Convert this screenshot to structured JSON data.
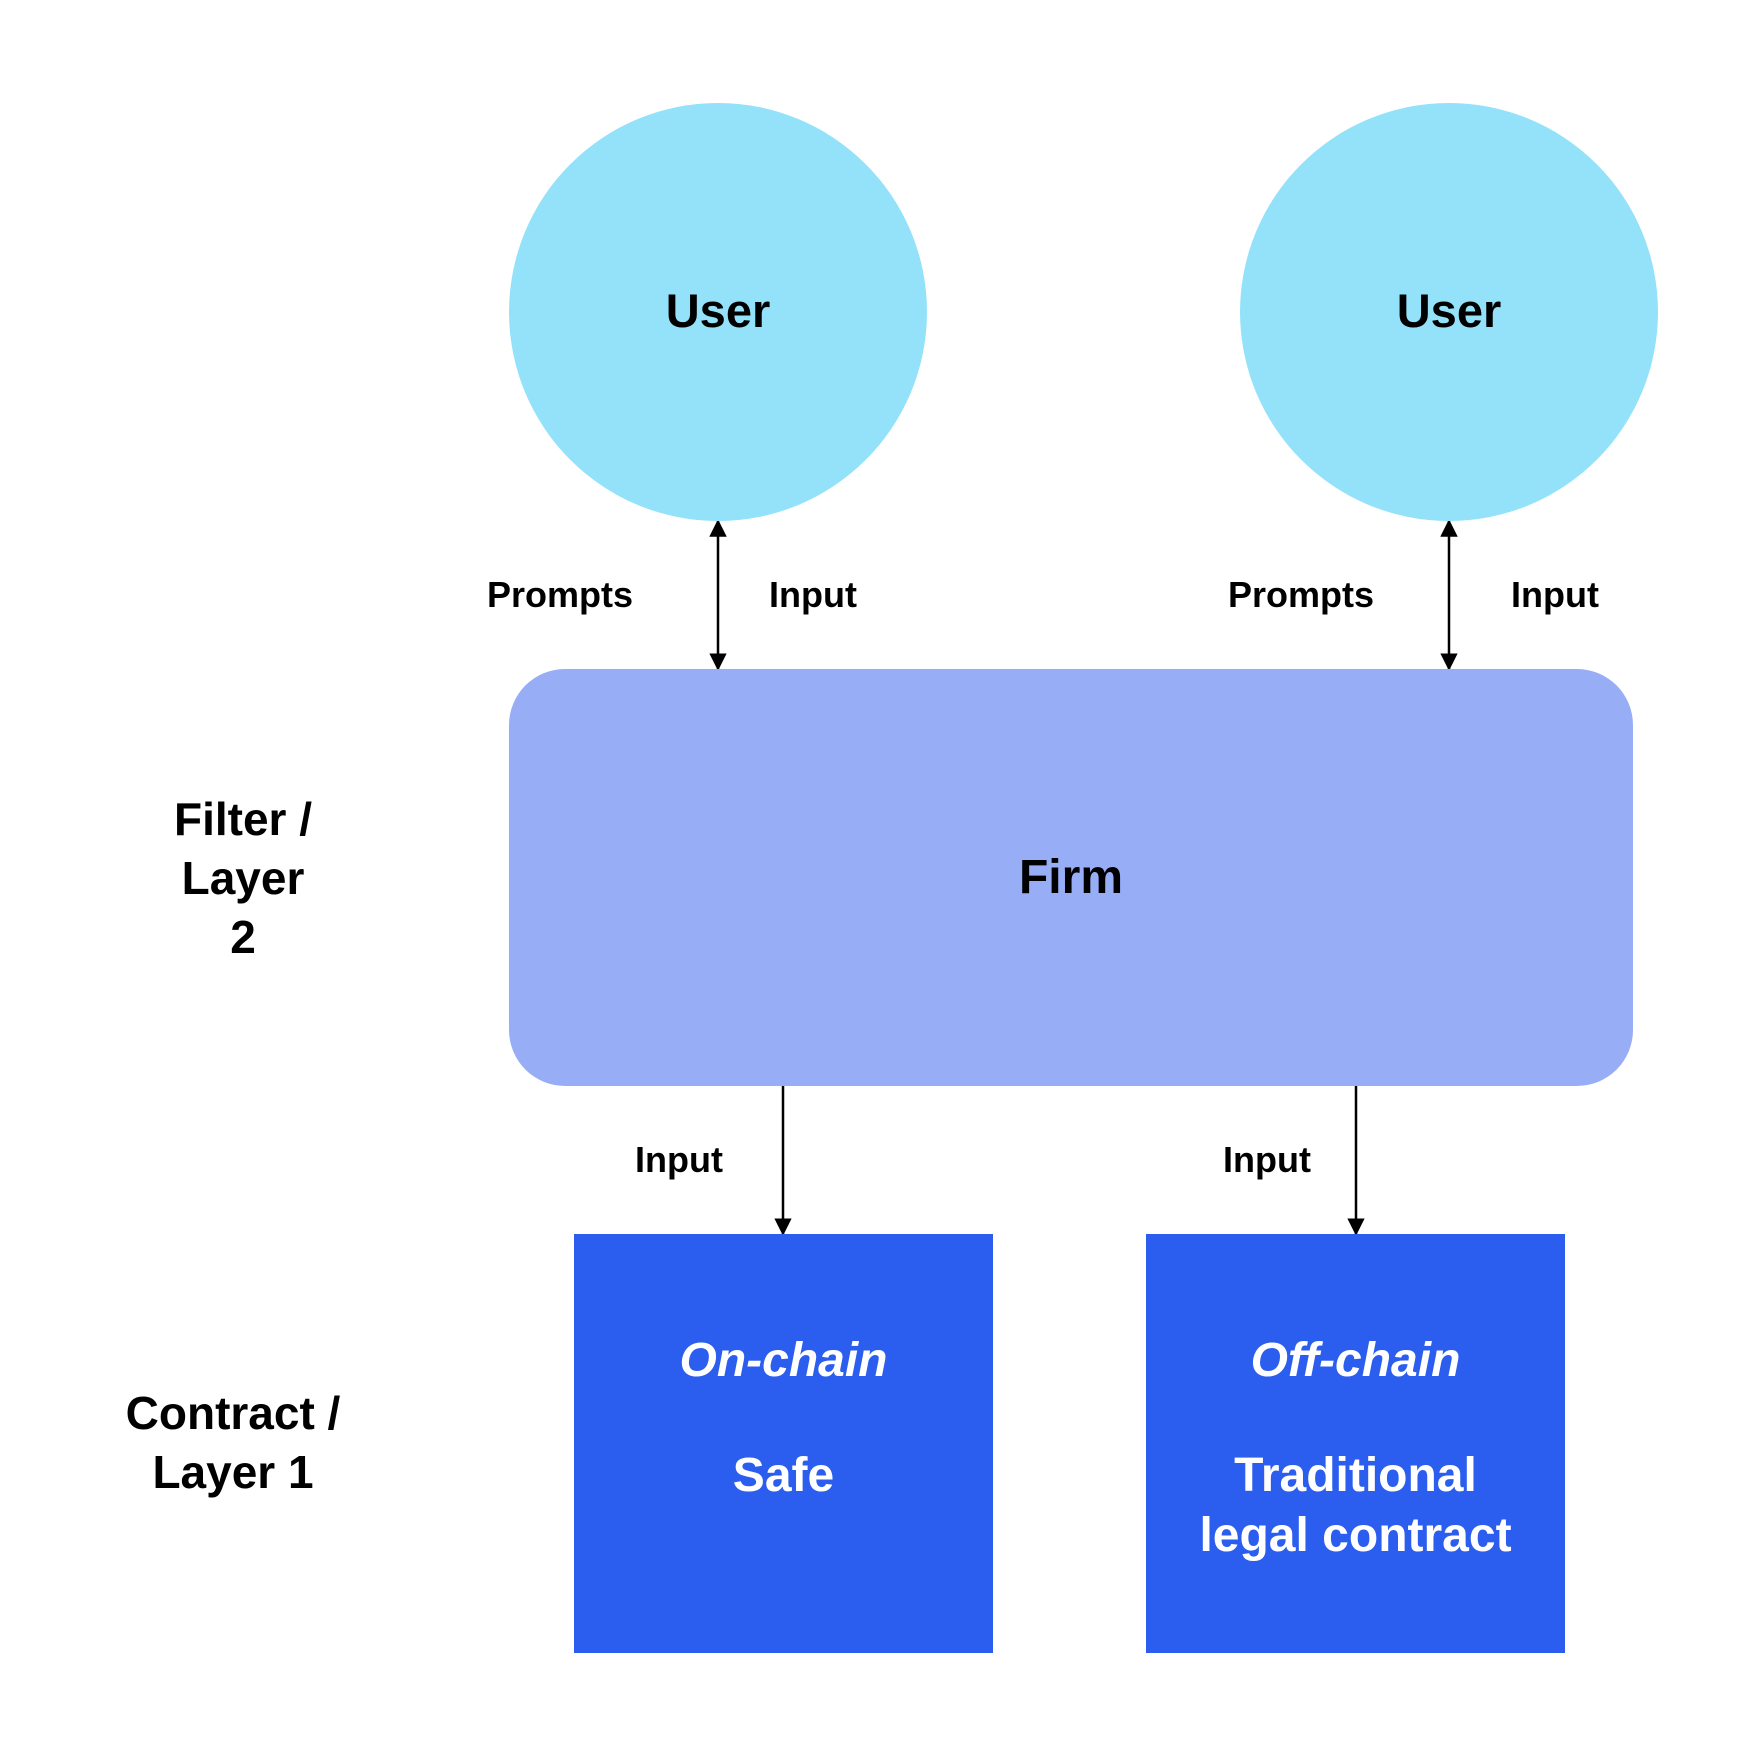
{
  "colors": {
    "user_fill": "#94E2FA",
    "firm_fill": "#97AEF7",
    "contract_fill": "#2B5EEF",
    "arrow": "#000000",
    "background": "#FFFFFF"
  },
  "layers": {
    "filter": "Filter /\nLayer\n2",
    "contract": "Contract /\nLayer 1"
  },
  "users": [
    {
      "label": "User",
      "left_edge_label": "Prompts",
      "right_edge_label": "Input"
    },
    {
      "label": "User",
      "left_edge_label": "Prompts",
      "right_edge_label": "Input"
    }
  ],
  "firm": {
    "label": "Firm"
  },
  "contracts": [
    {
      "edge_label": "Input",
      "chain": "On-chain",
      "kind": "Safe"
    },
    {
      "edge_label": "Input",
      "chain": "Off-chain",
      "kind": "Traditional\nlegal contract"
    }
  ]
}
